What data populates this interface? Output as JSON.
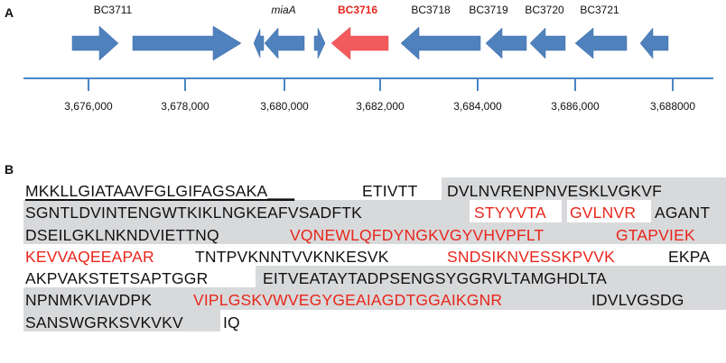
{
  "panelA": {
    "label": "A",
    "genes": [
      "BC3711",
      "miaA",
      "BC3716",
      "BC3718",
      "BC3719",
      "BC3720",
      "BC3721"
    ],
    "ticks": [
      "3,676,000",
      "3,678,000",
      "3,680,000",
      "3,682,000",
      "3,684,000",
      "3,686,000",
      "3,688000"
    ],
    "colors": {
      "gene": "#4f81bd",
      "highlight": "#f25a5c",
      "axis": "#4a86c5",
      "highlight_label": "#e8261b"
    }
  },
  "panelB": {
    "label": "B",
    "lines": [
      [
        {
          "t": "MKKLLGIATAAVFGLGIFAGSAKA___",
          "c": "black",
          "u": true
        },
        {
          "t": "ETIVTT",
          "c": "black"
        },
        {
          "t": "DVLNVRENPNVESKLVGKVF",
          "c": "black"
        }
      ],
      [
        {
          "t": "SGNTLDVINTENGWTKIKLNGKEAFVSADFTK",
          "c": "black"
        },
        {
          "t": "STYYVTA",
          "c": "red"
        },
        {
          "t": "GVLNVR",
          "c": "red"
        },
        {
          "t": "AGANT",
          "c": "black"
        }
      ],
      [
        {
          "t": "DSEILGKLNKNDVIETTNQ",
          "c": "black"
        },
        {
          "t": "VQNEWLQFDYNGKVGYVHVPFLT",
          "c": "red"
        },
        {
          "t": "GTAPVIEK",
          "c": "red"
        }
      ],
      [
        {
          "t": "KEVVAQEEAPAR",
          "c": "red"
        },
        {
          "t": "TNTPVKNNTVVKNKESVK",
          "c": "black"
        },
        {
          "t": "SNDSIKNVESSKPVVK",
          "c": "red"
        },
        {
          "t": "EKPA",
          "c": "black"
        }
      ],
      [
        {
          "t": "AKPVAKSTETSAPTGGR",
          "c": "black"
        },
        {
          "t": "EITVEATAYTADPSENGSYGGRVLTAMGHDLTA",
          "c": "black"
        }
      ],
      [
        {
          "t": "NPNMKVIAVDPK",
          "c": "black"
        },
        {
          "t": "VIPLGSKVWVEGYGEAIAGDTGGAIKGNR",
          "c": "red"
        },
        {
          "t": "IDVLVGSDG",
          "c": "black"
        }
      ],
      [
        {
          "t": "SANSWGRKSVKVKV",
          "c": "black"
        },
        {
          "t": "IQ",
          "c": "black"
        }
      ]
    ]
  }
}
